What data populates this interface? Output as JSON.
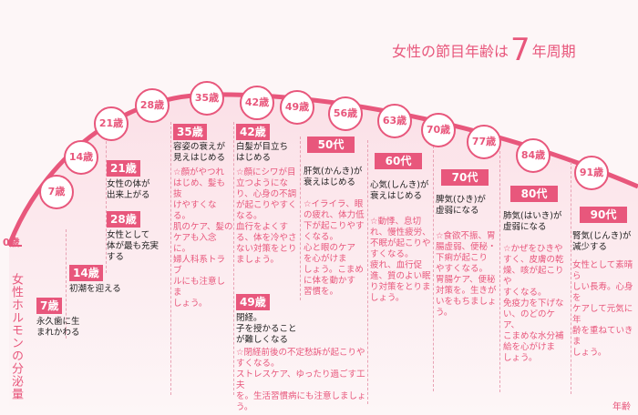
{
  "title": {
    "prefix": "女性の節目年齢は",
    "number": "7",
    "suffix": "年周期"
  },
  "y_axis_label": "女性ホルモンの分泌量",
  "zero_label": "0歳",
  "x_axis_label": "年齢",
  "ages": [
    "7歳",
    "14歳",
    "21歳",
    "28歳",
    "35歳",
    "42歳",
    "49歳",
    "56歳",
    "63歳",
    "70歳",
    "77歳",
    "84歳",
    "91歳"
  ],
  "stages": [
    {
      "tag": "7歳",
      "desc": "永久歯に生\nまれかわる",
      "note": ""
    },
    {
      "tag": "14歳",
      "desc": "初潮を迎える",
      "note": ""
    },
    {
      "tag": "21歳",
      "desc": "女性の体が\n出来上がる",
      "note": ""
    },
    {
      "tag": "28歳",
      "desc": "女性として\n体が最も充実\nする",
      "note": ""
    },
    {
      "tag": "35歳",
      "desc": "容姿の衰えが\n見えはじめる",
      "note": "☆顔がやつれ\nはじめ、髪も抜\nけやすくなる。\n肌のケア、髪の\nケアも入念に。\n婦人科系トラブ\nルにも注意しま\nしょう。"
    },
    {
      "tag": "42歳",
      "desc": "白髪が目立ち\nはじめる",
      "note": "☆顔にシワが目\n立つようにな\nり、心身の不調\nが起こりやすく\nなる。\n血行をよくす\nる、体を冷やさ\nない対策をとり\nましょう。"
    },
    {
      "tag": "49歳",
      "desc": "閉経。\n子を授かること\nが難しくなる",
      "note": "☆閉経前後の不定愁訴が起こりや\nすくなる。\nストレスケア、ゆったり過ごす工夫\nを。生活習慣病にも注意しましょう。"
    },
    {
      "tag": "50代",
      "desc": "肝気(かんき)が\n衰えはじめる",
      "note": "☆イライラ、眼\nの疲れ、体力低\n下が起こりやす\nくなる。\n心と眼のケア\nを心がけま\nしょう。こまめ\nに体を動かす\n習慣を。"
    },
    {
      "tag": "60代",
      "desc": "心気(しんき)が\n衰えはじめる",
      "note": "☆動悸、息切\nれ、慢性疲労、\n不眠が起こりや\nすくなる。\n疲れ、血行促\n進、質のよい眠\nり対策をとりま\nしょう。"
    },
    {
      "tag": "70代",
      "desc": "脾気(ひき)が\n虚弱になる",
      "note": "☆食欲不振、胃\n腸虚弱、便秘・\n下痢が起こり\nやすくなる。\n胃腸ケア、便秘\n対策を。生きが\nいをもちましょ\nう。"
    },
    {
      "tag": "80代",
      "desc": "肺気(はいき)が\n虚弱になる",
      "note": "☆かぜをひきや\nすく、皮膚の乾\n燥、咳が起こりや\nすくなる。\n免疫力を下げな\nい、のどのケア、\nこまめな水分補\n給を心がけま\nしょう。"
    },
    {
      "tag": "90代",
      "desc": "腎気(じんき)が\n減少する",
      "note": "女性として素晴ら\nしい長寿。心身を\nケアして元気に年\n齢を重ねていきま\nしょう。"
    }
  ],
  "colors": {
    "accent": "#e8577c",
    "background": "#fdf6f7"
  }
}
